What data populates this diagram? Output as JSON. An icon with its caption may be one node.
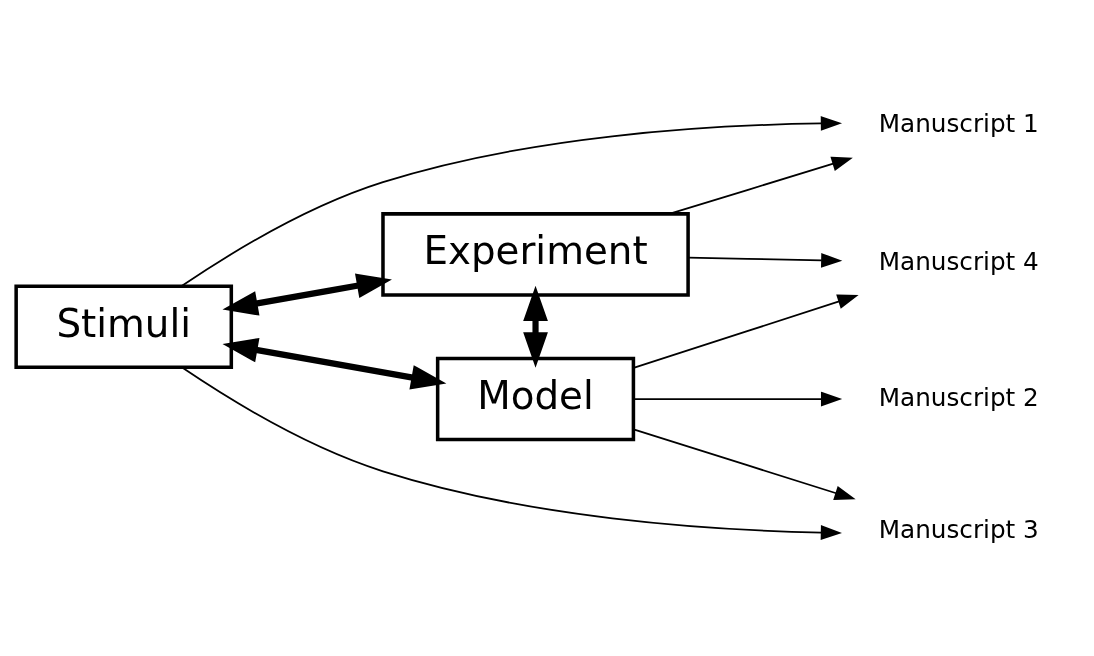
{
  "diagram": {
    "nodes": [
      {
        "text": [
          "Stimuli"
        ]
      },
      {
        "text": [
          "Experiment"
        ]
      },
      {
        "text": [
          "Model"
        ]
      },
      {
        "text": [
          "Manuscript 1"
        ]
      },
      {
        "text": [
          "Manuscript 3"
        ]
      },
      {
        "text": [
          "Manuscript 2"
        ]
      },
      {
        "text": [
          "Manuscript 4"
        ]
      }
    ],
    "edges": [
      {
        "from": 0,
        "to": 1,
        "arrow": "both",
        "style": "thick"
      },
      {
        "from": 0,
        "to": 2,
        "arrow": "both",
        "style": "thick"
      },
      {
        "from": 1,
        "to": 2,
        "arrow": "both",
        "style": "thick"
      },
      {
        "from": 1,
        "to": 3,
        "arrow": "to"
      },
      {
        "from": 0,
        "to": 3,
        "arrow": "to"
      },
      {
        "from": 0,
        "to": 4,
        "arrow": "to"
      },
      {
        "from": 2,
        "to": 4,
        "arrow": "to"
      },
      {
        "from": 2,
        "to": 5,
        "arrow": "to"
      },
      {
        "from": 1,
        "to": 6,
        "arrow": "to"
      },
      {
        "from": 2,
        "to": 6,
        "arrow": "to"
      }
    ]
  }
}
